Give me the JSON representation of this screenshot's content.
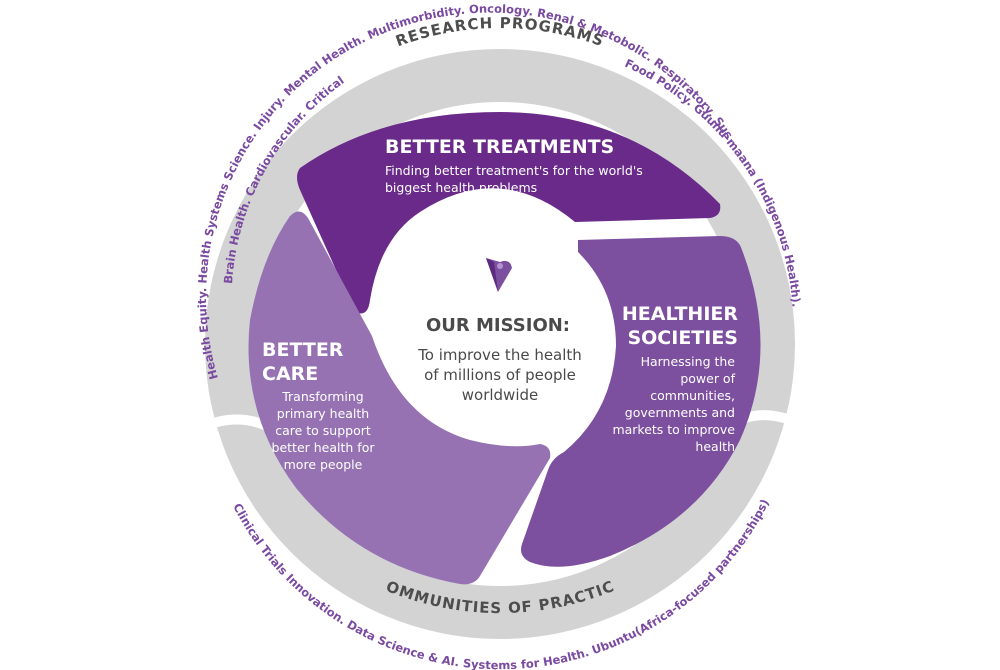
{
  "outer_ring": {
    "top_title": "RESEARCH PROGRAMS",
    "top_line1": "Brain Health. Cardiovascular. Critical Care.",
    "top_line2": "Health Equity. Health Systems Science. Injury. Mental Health. Multimorbidity. Oncology. Renal & Metobolic. Respiratory. Sustainable Health. Women's Health.",
    "top_line3": "Food Policy. Guunu-maana (Indigenous Health).",
    "bottom_title": "COMMUNITIES OF PRACTICE",
    "bottom_line": "Clinical Trials Innovation. Data Science & AI. Systems for Health. Ubuntu(Africa-focused partnerships)."
  },
  "segments": {
    "better_treatments": {
      "title": "BETTER TREATMENTS",
      "body_line1": "Finding better treatment's for the world's",
      "body_line2": "biggest health problems"
    },
    "healthier_societies": {
      "title_line1": "HEALTHIER",
      "title_line2": "SOCIETIES",
      "body": [
        "Harnessing the",
        "power of",
        "communities,",
        "governments and",
        "markets to improve",
        "health"
      ]
    },
    "better_care": {
      "title_line1": "BETTER",
      "title_line2": "CARE",
      "body": [
        "Transforming",
        "primary health",
        "care to support",
        "better health for",
        "more people"
      ]
    }
  },
  "center": {
    "icon": "heart-v-logo-icon",
    "title": "OUR MISSION:",
    "body_line1": "To improve the health",
    "body_line2": "of millions of people",
    "body_line3": "worldwide"
  },
  "colors": {
    "ring_gray": "#d3d3d4",
    "treatments_purple": "#6a2a8a",
    "societies_purple": "#7d4f9f",
    "care_purple": "#9672b3",
    "ring_text_purple": "#7a4aa0",
    "center_text": "#4a4a4a"
  }
}
